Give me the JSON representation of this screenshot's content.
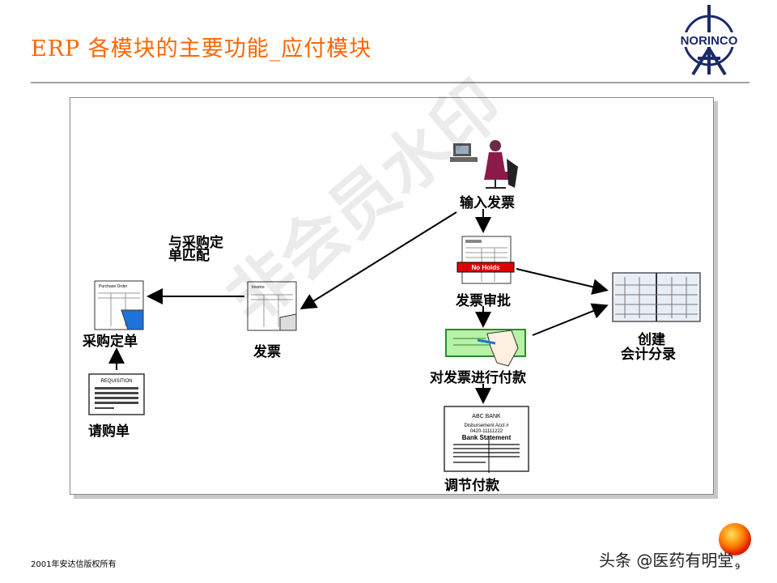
{
  "header": {
    "title": "ERP 各模块的主要功能_应付模块",
    "logo_text": "NORINCO"
  },
  "diagram": {
    "nodes": {
      "enter_invoice": "输入发票",
      "invoice_approval": "发票审批",
      "pay_invoice": "对发票进行付款",
      "reconcile": "调节付款",
      "create_accounting_line1": "创建",
      "create_accounting_line2": "会计分录",
      "invoice": "发票",
      "match_po": "与采购定单匹配",
      "purchase_order": "采购定单",
      "requisition": "请购单"
    },
    "doc_text": {
      "no_holds": "No Holds",
      "requisition_header": "REQUISITION",
      "bank_name": "ABC BANK",
      "bank_acct_label": "Disbursement Acct #",
      "bank_acct_num": "0420-11111222",
      "bank_statement": "Bank Statement",
      "po_header": "Purchase Order",
      "invoice_header": "Invoice"
    },
    "watermark": "非会员水印"
  },
  "footer": {
    "copyright": "2001年安达信版权所有",
    "page_number": "9",
    "credit": "头条 @医药有明堂"
  },
  "colors": {
    "title": "#ff6600",
    "red_stamp": "#e00000",
    "check_green": "#b8f0a8",
    "accent_blue": "#1e73d8"
  }
}
